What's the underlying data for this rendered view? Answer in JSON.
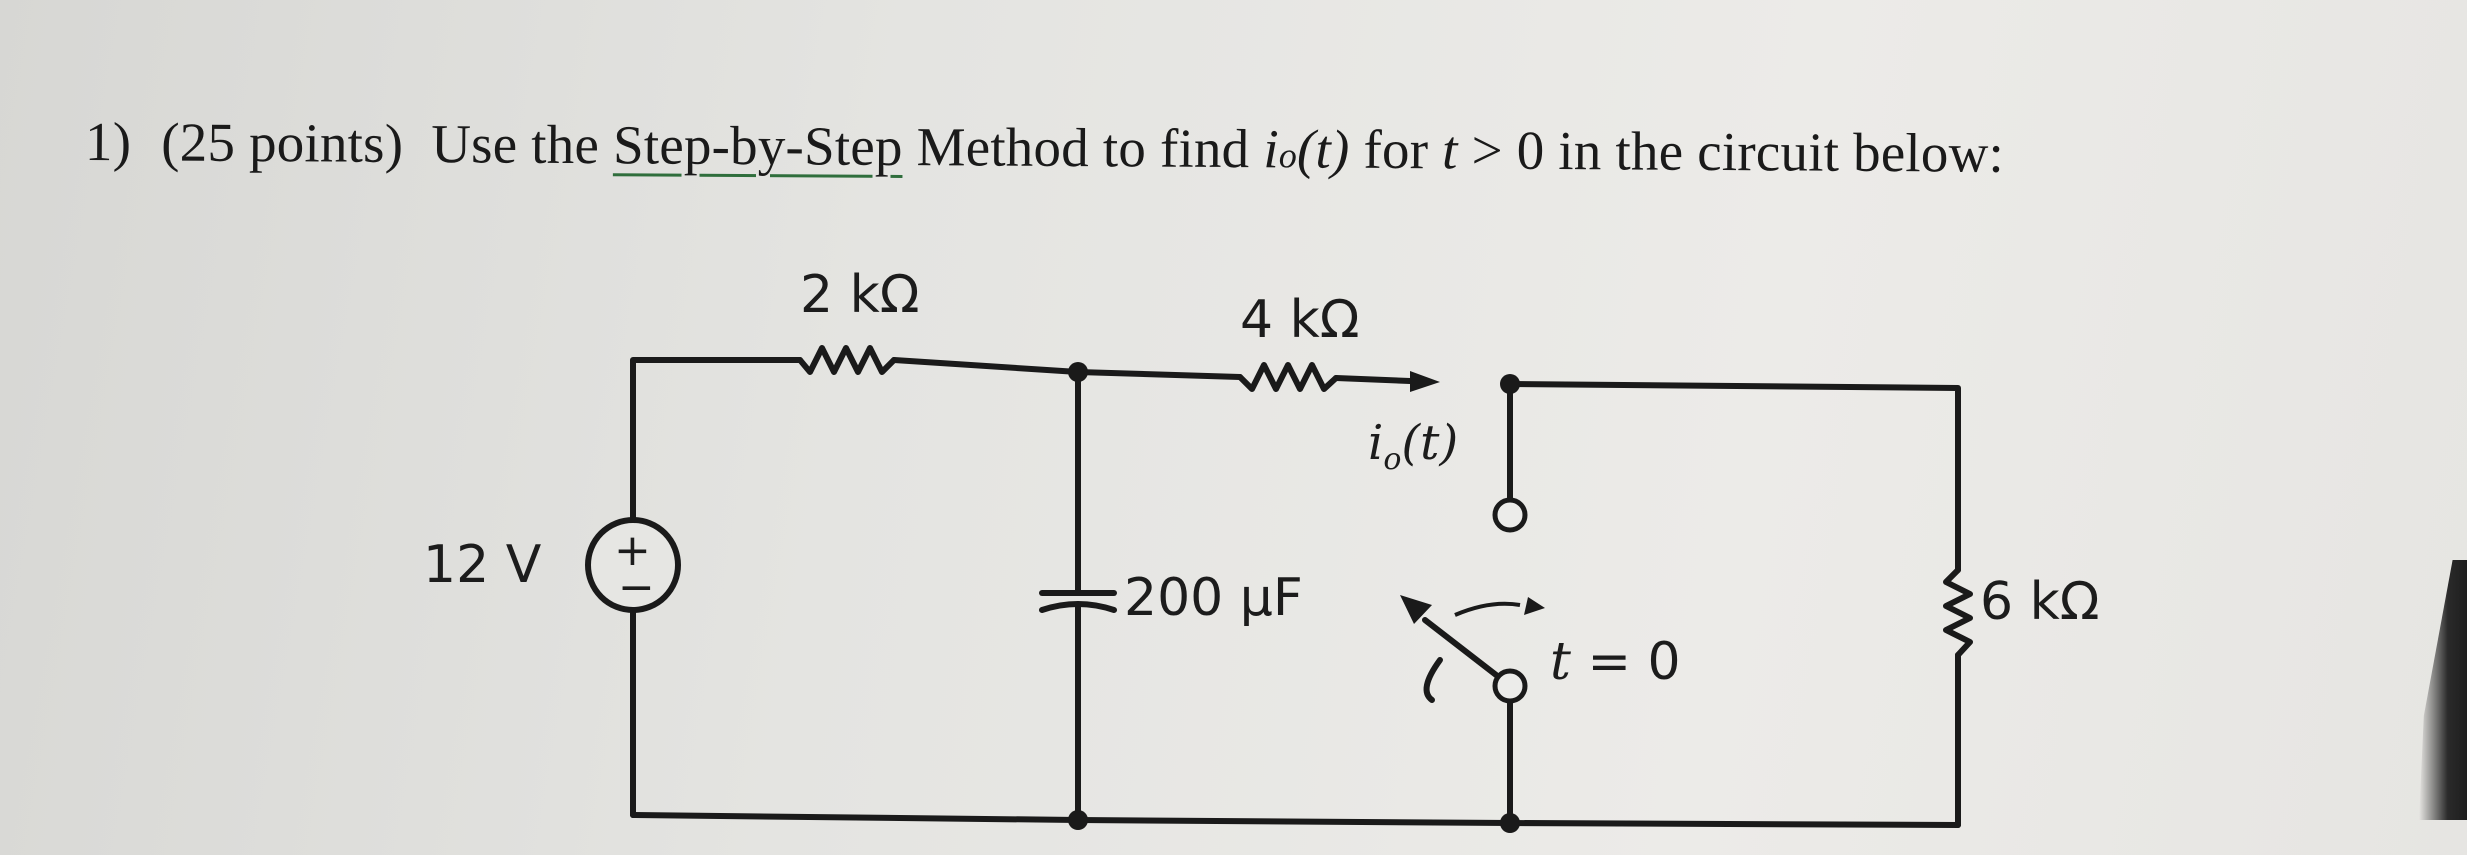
{
  "problem": {
    "number": "1)",
    "points": "(25 points)",
    "text_before_method": "Use the",
    "method_name": "Step-by-Step",
    "text_after_method": "Method to find",
    "current_var": "i",
    "current_sub": "o",
    "current_arg": "(t)",
    "for_word": "for",
    "time_var": "t",
    "condition": "> 0 in the circuit below:"
  },
  "circuit": {
    "source_label": "12 V",
    "source_plus": "+",
    "source_minus": "−",
    "r1_label": "2 kΩ",
    "r2_label": "4 kΩ",
    "r3_label": "6 kΩ",
    "capacitor_label": "200 µF",
    "current_label_var": "i",
    "current_label_sub": "o",
    "current_label_arg": "(t)",
    "switch_time_var": "t",
    "switch_time_value": "= 0"
  }
}
